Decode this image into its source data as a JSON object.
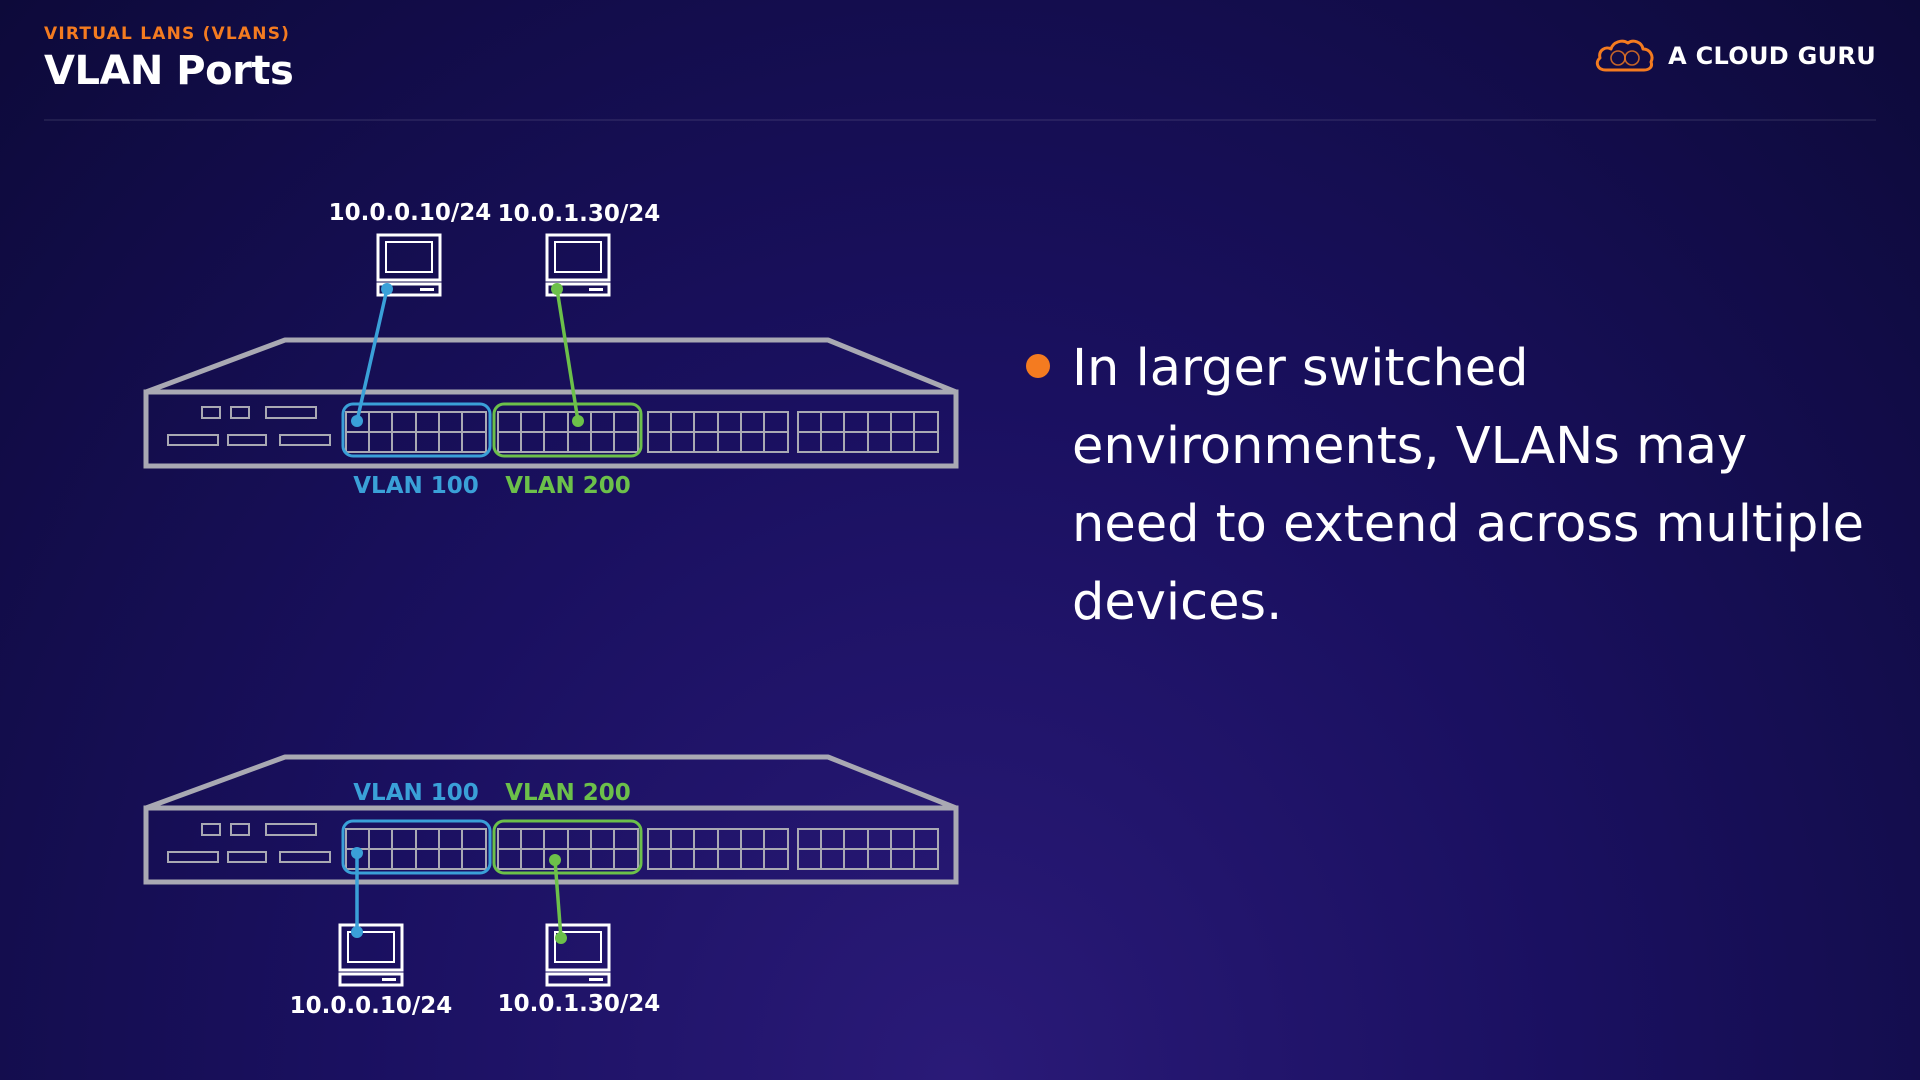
{
  "header": {
    "kicker": "VIRTUAL LANS (VLANS)",
    "title": "VLAN Ports"
  },
  "brand": {
    "name": "A CLOUD GURU",
    "icon": "cloud-logo-icon"
  },
  "colors": {
    "accent": "#f47b20",
    "vlan100": "#3aa0d8",
    "vlan200": "#6cc04a",
    "switch_outline": "#a9a9b3",
    "text": "#ffffff"
  },
  "diagram": {
    "top": {
      "vlan100_label": "VLAN 100",
      "vlan200_label": "VLAN 200",
      "host_a_ip": "10.0.0.10/24",
      "host_b_ip": "10.0.1.30/24"
    },
    "bottom": {
      "vlan100_label": "VLAN 100",
      "vlan200_label": "VLAN 200",
      "host_a_ip": "10.0.0.10/24",
      "host_b_ip": "10.0.1.30/24"
    }
  },
  "bullets": [
    {
      "text": "In larger switched environments, VLANs may need to extend across multiple devices."
    }
  ]
}
